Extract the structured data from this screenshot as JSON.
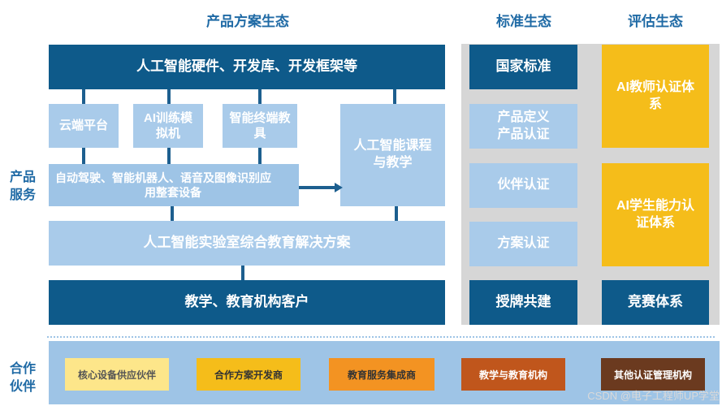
{
  "headers": {
    "product": "产品方案生态",
    "standard": "标准生态",
    "evaluation": "评估生态"
  },
  "side_labels": {
    "product_service": [
      "产品",
      "服务"
    ],
    "partners": [
      "合作",
      "伙伴"
    ]
  },
  "product": {
    "top": "人工智能硬件、开发库、开发框架等",
    "cloud": "云端平台",
    "ai_sim": [
      "AI训练模",
      "拟机"
    ],
    "terminal": [
      "智能终端教",
      "具"
    ],
    "course": [
      "人工智能课程",
      "与教学"
    ],
    "apps": [
      "自动驾驶、智能机器人、语音及图像识别应",
      "用整套设备"
    ],
    "lab": "人工智能实验室综合教育解决方案",
    "customers": "教学、教育机构客户"
  },
  "standards": [
    [
      "国家标准"
    ],
    [
      "产品定义",
      "产品认证"
    ],
    [
      "伙伴认证"
    ],
    [
      "方案认证"
    ],
    [
      "授牌共建"
    ]
  ],
  "evaluation": {
    "teacher": [
      "AI教师认证体",
      "系"
    ],
    "student": [
      "AI学生能力认",
      "证体系"
    ],
    "competition": "竞赛体系"
  },
  "partners": [
    {
      "label": "核心设备供应伙伴",
      "bg": "#fde68a",
      "fg": "#555555"
    },
    {
      "label": "合作方案开发商",
      "bg": "#f5bd1a",
      "fg": "#333333"
    },
    {
      "label": "教育服务集成商",
      "bg": "#f39322",
      "fg": "#333333"
    },
    {
      "label": "教学与教育机构",
      "bg": "#c0561c",
      "fg": "#ffffff"
    },
    {
      "label": "其他认证管理机构",
      "bg": "#6b3a1f",
      "fg": "#ffffff"
    }
  ],
  "watermark": "CSDN @电子工程师UP学堂",
  "colors": {
    "dark_blue": "#0e5a8a",
    "light_blue": "#9ec4e6",
    "gold": "#f5bd1a",
    "gray_panel": "#d6d6d6",
    "partner_band": "#9ec4e6"
  }
}
